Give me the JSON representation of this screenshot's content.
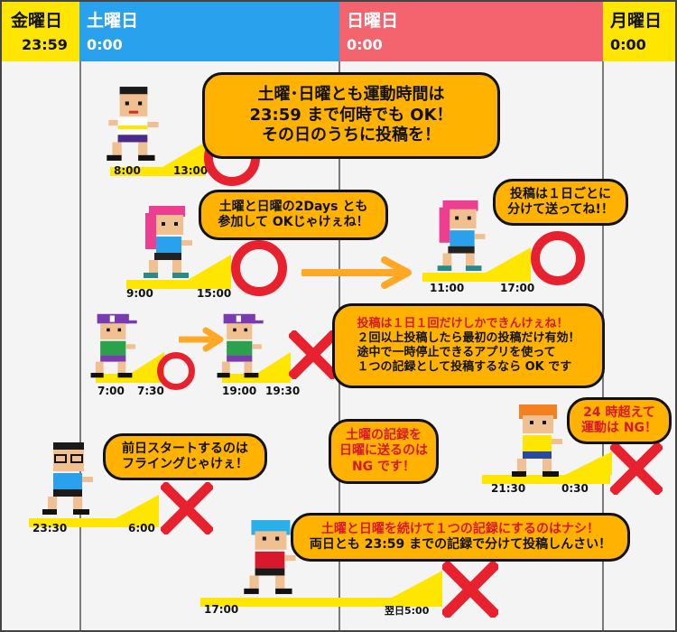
{
  "header": {
    "friday": {
      "day": "金曜日",
      "time": "23:59"
    },
    "saturday": {
      "day": "土曜日",
      "time": "0:00"
    },
    "sunday": {
      "day": "日曜日",
      "time": "0:00"
    },
    "monday": {
      "day": "月曜日",
      "time": "0:00"
    }
  },
  "colors": {
    "friday": "#ffe600",
    "saturday": "#2aa1ec",
    "sunday": "#f4646e",
    "monday": "#ffe600",
    "bubble": "#ffb300",
    "bar": "#ffe600",
    "ok": "#e8212e",
    "ng": "#e8212e",
    "arrow": "#ffa826"
  },
  "rows": {
    "r1": {
      "bubble": "土曜･日曜とも運動時間は\n23:59 まで何時でも OK！\nその日のうちに投稿を！",
      "start": "8:00",
      "end": "13:00",
      "mark": "ok-circle"
    },
    "r2": {
      "bubble": "土曜と日曜の2Days とも\n参加して OKじゃけぇね！",
      "start": "9:00",
      "end": "15:00",
      "mark": "ok-circle",
      "bubble2": "投稿は１日ごとに\n分けて送ってね!！",
      "start2": "11:00",
      "end2": "17:00",
      "mark2": "ok-circle"
    },
    "r3": {
      "start": "7:00",
      "end": "7:30",
      "mark": "ok-circle",
      "start2": "19:00",
      "end2": "19:30",
      "mark2": "ng-cross",
      "bubble_line1": "投稿は１日１回だけしかできんけぇね！",
      "bubble_rest": "２回以上投稿したら最初の投稿だけ有効！\n途中で一時停止できるアプリを使って\n１つの記録として投稿するなら OK です"
    },
    "r4": {
      "bubble": "土曜の記録を\n日曜に送るのは\nNG です！",
      "bubble2": "24 時超えて\n運動は NG！",
      "start2": "21:30",
      "end2": "0:30",
      "mark2": "ng-cross"
    },
    "r5": {
      "bubble": "前日スタートするのは\nフライングじゃけぇ！",
      "start": "23:30",
      "end": "6:00",
      "mark": "ng-cross"
    },
    "r6": {
      "bubble_line1": "土曜と日曜を続けて１つの記録にするのはナシ！",
      "bubble_line2": "両日とも 23:59 までの記録で分けて投稿しんさい！",
      "start": "17:00",
      "end": "翌日5:00",
      "mark": "ng-cross"
    }
  },
  "figures": [
    "runner-black-hair",
    "runner-pink-hair",
    "runner-pink-hair",
    "runner-purple-cap",
    "runner-purple-cap",
    "runner-orange-hair",
    "runner-glasses",
    "runner-blue-hair"
  ]
}
